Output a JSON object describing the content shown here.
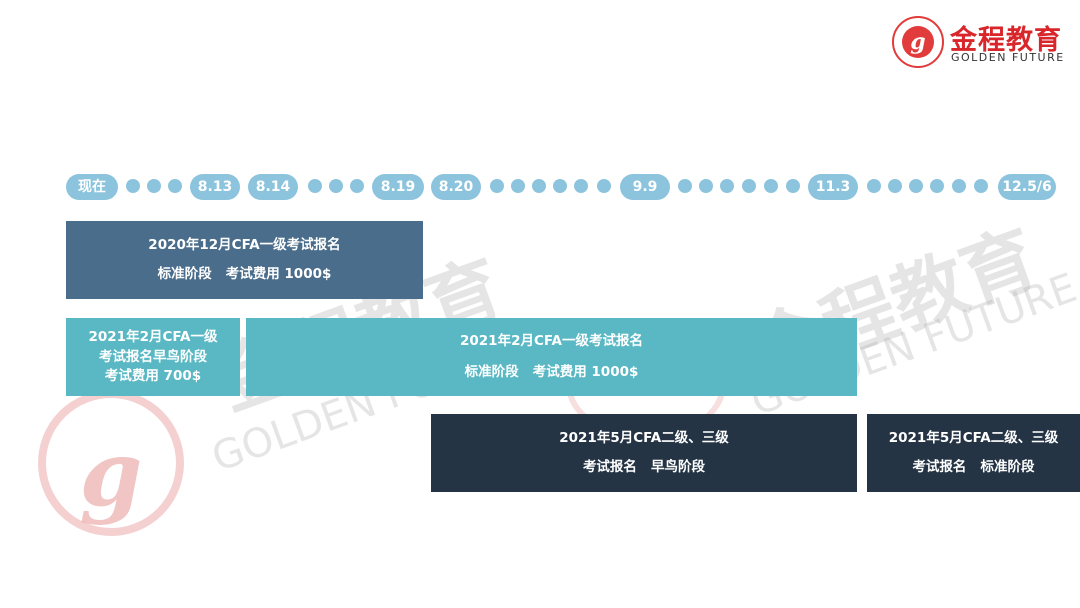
{
  "logo": {
    "seal_letter": "g",
    "name_cn": "金程教育",
    "name_en": "GOLDEN FUTURE"
  },
  "watermark": {
    "cn": "金程教育",
    "en": "GOLDEN FUTURE",
    "seal_letter": "g"
  },
  "timeline": {
    "labels": [
      "现在",
      "8.13",
      "8.14",
      "8.19",
      "8.20",
      "9.9",
      "11.3",
      "12.5/6"
    ]
  },
  "boxes": {
    "b2020_l1": {
      "line1": "2020年12月CFA一级考试报名",
      "line2": "标准阶段   考试费用 1000$"
    },
    "b2021_early": {
      "line1": "2021年2月CFA一级",
      "line2": "考试报名早鸟阶段",
      "line3": "考试费用 700$"
    },
    "b2021_std": {
      "line1": "2021年2月CFA一级考试报名",
      "line2": "标准阶段   考试费用 1000$"
    },
    "b2021_l23_early": {
      "line1": "2021年5月CFA二级、三级",
      "line2": "考试报名   早鸟阶段"
    },
    "b2021_l23_std": {
      "line1": "2021年5月CFA二级、三级",
      "line2": "考试报名   标准阶段"
    }
  },
  "colors": {
    "timeline": "#8cc4dd",
    "slate": "#4a6d8c",
    "teal": "#5ab8c4",
    "navy": "#243444",
    "brand_red": "#d8262b"
  }
}
